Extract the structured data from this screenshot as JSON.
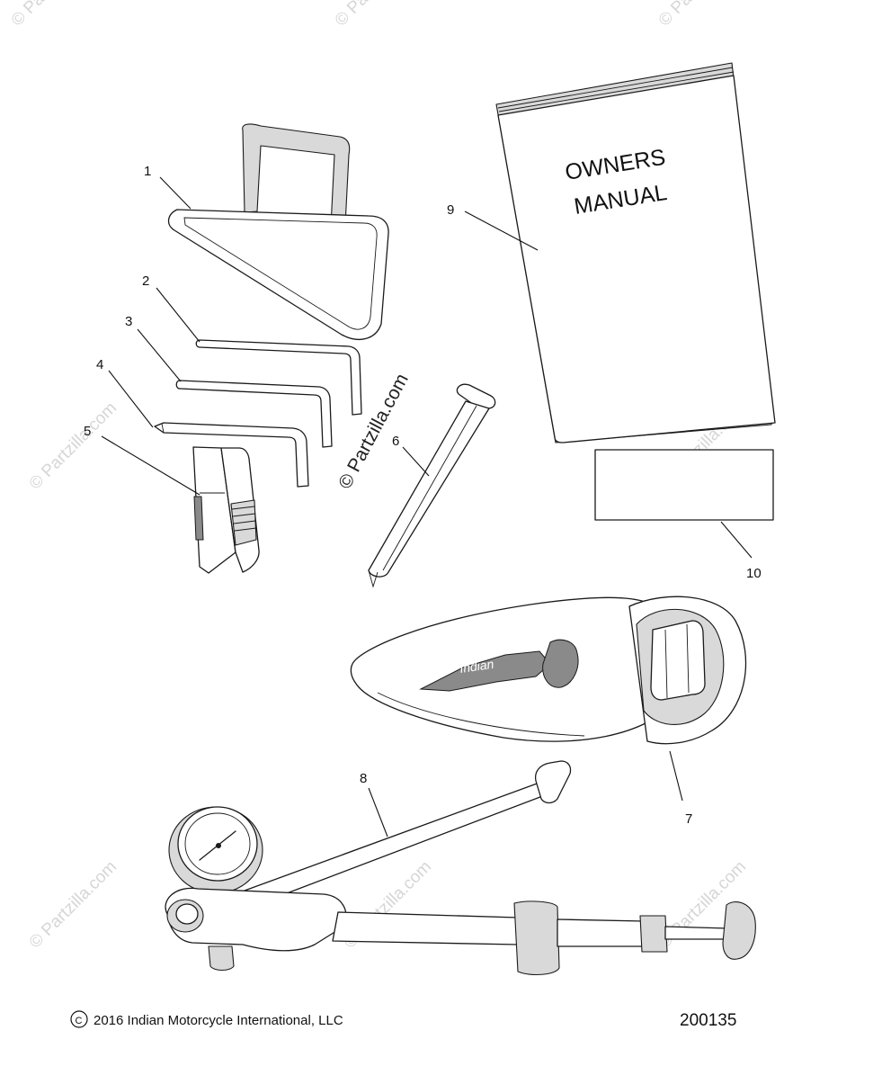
{
  "callouts": {
    "c1": "1",
    "c2": "2",
    "c3": "3",
    "c4": "4",
    "c5": "5",
    "c6": "6",
    "c7": "7",
    "c8": "8",
    "c9": "9",
    "c10": "10"
  },
  "manual": {
    "line1": "OWNERS",
    "line2": "MANUAL"
  },
  "watermark": {
    "main": "© Partzilla.com",
    "faint": "© Partzilla.com"
  },
  "footer": {
    "copyright": "2016 Indian Motorcycle International, LLC",
    "copyright_symbol": "C",
    "drawing_number": "200135"
  },
  "icons": [
    "tool-bag-clip-icon",
    "hex-key-icon",
    "fuse-puller-icon",
    "extension-tube-icon",
    "owners-manual-icon",
    "label-card-icon",
    "tool-pouch-icon",
    "shock-pump-icon"
  ]
}
